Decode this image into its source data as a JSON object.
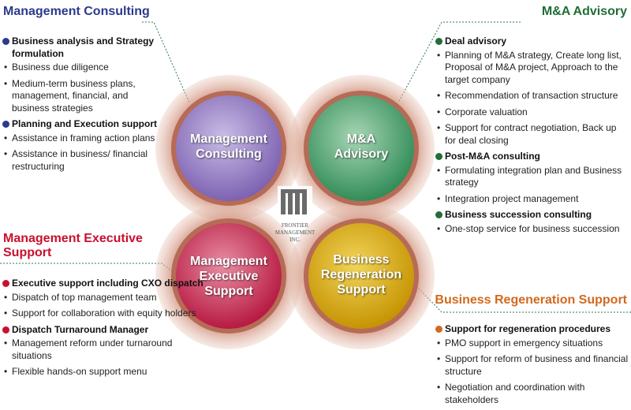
{
  "titles": {
    "management_consulting": "Management Consulting",
    "ma_advisory": "M&A Advisory",
    "management_executive_support": "Management Executive Support",
    "business_regeneration_support": "Business Regeneration Support"
  },
  "circles": {
    "top_left": "Management Consulting",
    "top_right": "M&A Advisory",
    "bottom_left": "Management Executive Support",
    "bottom_right": "Business Regeneration Support"
  },
  "logo_text": [
    "FRONTIER",
    "MANAGEMENT",
    "INC."
  ],
  "sections": {
    "management_consulting": {
      "color": "#2b3a8c",
      "groups": [
        {
          "head": "Business analysis and Strategy formulation",
          "items": [
            "Business due diligence",
            "Medium-term business plans, management, financial, and business strategies"
          ]
        },
        {
          "head": "Planning and Execution support",
          "items": [
            "Assistance in framing action plans",
            "Assistance in business/ financial restructuring"
          ]
        }
      ]
    },
    "ma_advisory": {
      "color": "#1f6e36",
      "groups": [
        {
          "head": "Deal advisory",
          "items": [
            "Planning of M&A strategy, Create long list, Proposal of M&A project, Approach to the target company",
            "Recommendation of transaction structure",
            "Corporate valuation",
            "Support for contract negotiation, Back up for deal closing"
          ]
        },
        {
          "head": "Post-M&A consulting",
          "items": [
            "Formulating integration plan and Business strategy",
            "Integration project management"
          ]
        },
        {
          "head": "Business succession consulting",
          "items": [
            "One-stop service for business succession"
          ]
        }
      ]
    },
    "management_executive_support": {
      "color": "#c8102e",
      "groups": [
        {
          "head": "Executive support including CXO dispatch",
          "items": [
            "Dispatch of top management team",
            "Support for collaboration with equity holders"
          ]
        },
        {
          "head": "Dispatch Turnaround Manager",
          "items": [
            "Management reform under turnaround situations",
            "Flexible hands-on support menu"
          ]
        }
      ]
    },
    "business_regeneration_support": {
      "color": "#d2691e",
      "groups": [
        {
          "head": "Support for regeneration procedures",
          "items": [
            "PMO support in emergency situations",
            "Support for reform of business and financial structure",
            "Negotiation and coordination with stakeholders"
          ]
        }
      ]
    }
  }
}
